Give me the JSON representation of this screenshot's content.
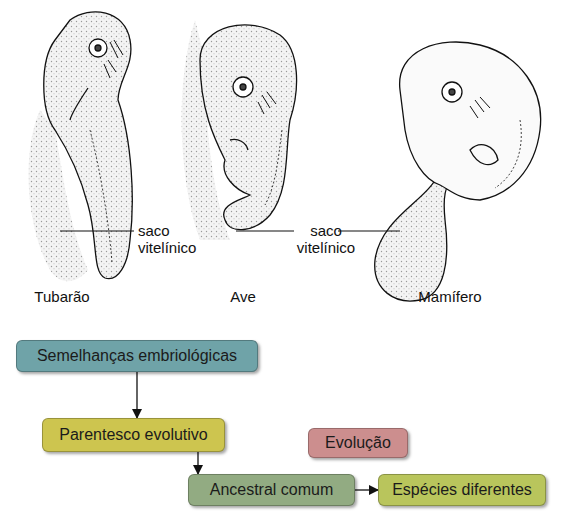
{
  "diagram": {
    "nodes": [
      {
        "text": [
          "Semelhanças embriológicas"
        ]
      },
      {
        "text": [
          "Parentesco evolutivo"
        ]
      },
      {
        "text": [
          "Evolução"
        ]
      },
      {
        "text": [
          "Ancestral comum"
        ]
      },
      {
        "text": [
          "Espécies diferentes"
        ]
      }
    ],
    "edges": [
      {
        "from": 0,
        "to": 1,
        "arrow": "to"
      },
      {
        "from": 1,
        "to": 3,
        "arrow": "to"
      },
      {
        "from": 3,
        "to": 4,
        "arrow": "to"
      }
    ],
    "labels": [
      "saco vitelínico",
      "saco vitelínico",
      "Tubarão",
      "Ave",
      "Mamífero"
    ]
  }
}
